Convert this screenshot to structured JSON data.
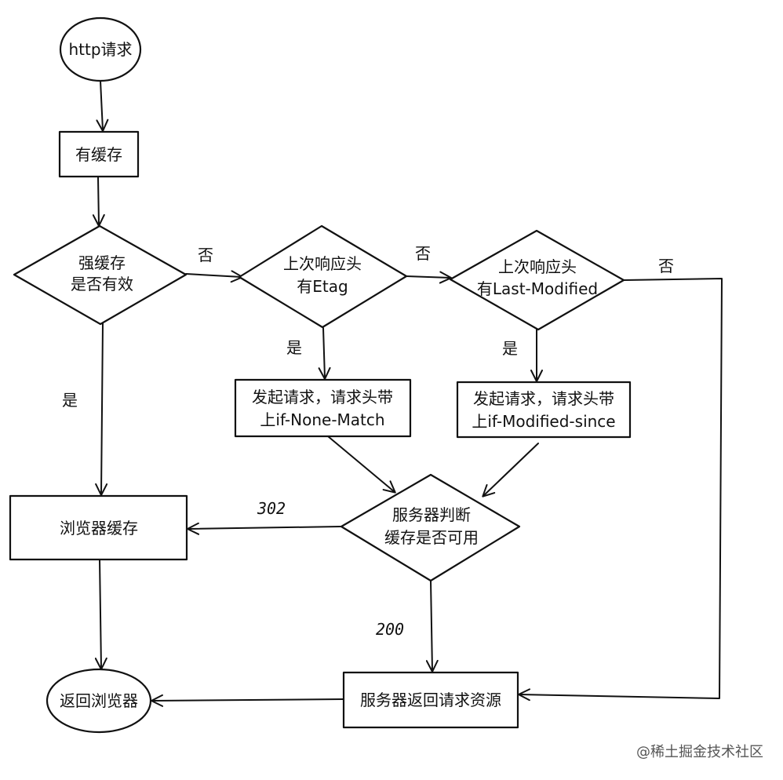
{
  "nodes": {
    "start": {
      "text": "http请求"
    },
    "has_cache": {
      "text": "有缓存"
    },
    "strong_cache": {
      "line1": "强缓存",
      "line2": "是否有效"
    },
    "etag_check": {
      "line1": "上次响应头",
      "line2": "有Etag"
    },
    "lastmod_check": {
      "line1": "上次响应头",
      "line2": "有Last-Modified"
    },
    "req_none_match": {
      "line1": "发起请求，请求头带",
      "line2": "上if-None-Match"
    },
    "req_modified_since": {
      "line1": "发起请求，请求头带",
      "line2": "上if-Modified-since"
    },
    "server_judge": {
      "line1": "服务器判断",
      "line2": "缓存是否可用"
    },
    "browser_cache": {
      "text": "浏览器缓存"
    },
    "server_return": {
      "text": "服务器返回请求资源"
    },
    "return_browser": {
      "text": "返回浏览器"
    }
  },
  "edge_labels": {
    "no_1": "否",
    "no_2": "否",
    "no_3": "否",
    "yes_strong": "是",
    "yes_etag": "是",
    "yes_lastmod": "是",
    "code_302": "302",
    "code_200": "200"
  },
  "watermark": "@稀土掘金技术社区"
}
